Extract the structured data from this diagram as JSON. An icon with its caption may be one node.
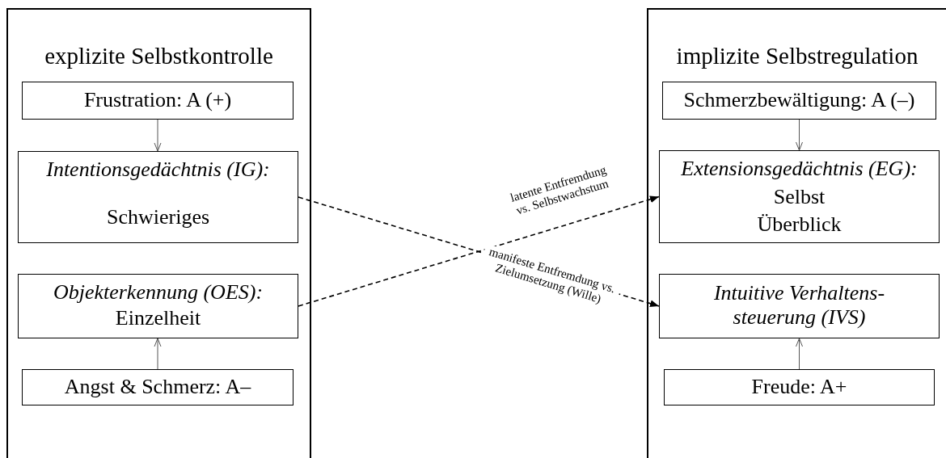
{
  "diagram": {
    "nodes": [
      {
        "text": [
          "explizite Selbstkontrolle"
        ]
      },
      {
        "text": [
          "Frustration: A (+)"
        ],
        "in": 0
      },
      {
        "text": [
          "Intentionsgedächtnis (IG):",
          "Schwieriges"
        ],
        "in": 0
      },
      {
        "text": [
          "Objekterkennung (OES):",
          "Einzelheit"
        ],
        "in": 0
      },
      {
        "text": [
          "Angst & Schmerz: A–"
        ],
        "in": 0
      },
      {
        "text": [
          "implizite Selbstregulation"
        ]
      },
      {
        "text": [
          "Schmerzbewältigung: A (–)"
        ],
        "in": 5
      },
      {
        "text": [
          "Extensionsgedächtnis (EG):",
          "Selbst",
          "Überblick"
        ],
        "in": 5
      },
      {
        "text": [
          "Intuitive Verhaltens- steuerung (IVS)"
        ],
        "in": 5
      },
      {
        "text": [
          "Freude: A+"
        ],
        "in": 5
      }
    ],
    "edges": [
      {
        "from": 1,
        "to": 2,
        "arrow": "to"
      },
      {
        "from": 4,
        "to": 3,
        "arrow": "to"
      },
      {
        "from": 6,
        "to": 7,
        "arrow": "to"
      },
      {
        "from": 9,
        "to": 8,
        "arrow": "to"
      },
      {
        "from": 3,
        "to": 7,
        "arrow": "to",
        "style": "dashed",
        "label": "latente Entfremdung vs. Selbstwachstum"
      },
      {
        "from": 2,
        "to": 8,
        "arrow": "to",
        "style": "dashed",
        "label": "manifeste Entfremdung vs. Zielumsetzung (Wille)"
      }
    ]
  }
}
